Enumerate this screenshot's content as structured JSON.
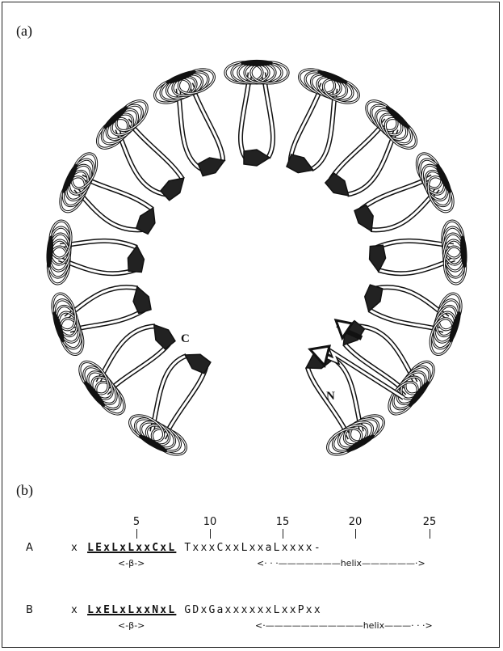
{
  "panel_a": {
    "label": "(a)",
    "n_terminus": "N",
    "c_terminus": "C"
  },
  "panel_b": {
    "label": "(b)",
    "position_numbers": [
      "5",
      "10",
      "15",
      "20",
      "25"
    ],
    "rows": [
      {
        "name": "A",
        "lead": "x ",
        "motif": "LExLxLxxCxL",
        "tail": " TxxxCxxLxxaLxxxx-",
        "beta_annotation": "<-β->",
        "helix_annotation": "<· · ·———————helix——————·>"
      },
      {
        "name": "B",
        "lead": "x ",
        "motif": "LxELxLxxNxL",
        "tail": " GDxGaxxxxxxLxxPxx",
        "beta_annotation": "<-β->",
        "helix_annotation": "<·———————————helix———· · ·>"
      }
    ]
  },
  "colors": {
    "ink": "#111111",
    "background": "#ffffff"
  }
}
